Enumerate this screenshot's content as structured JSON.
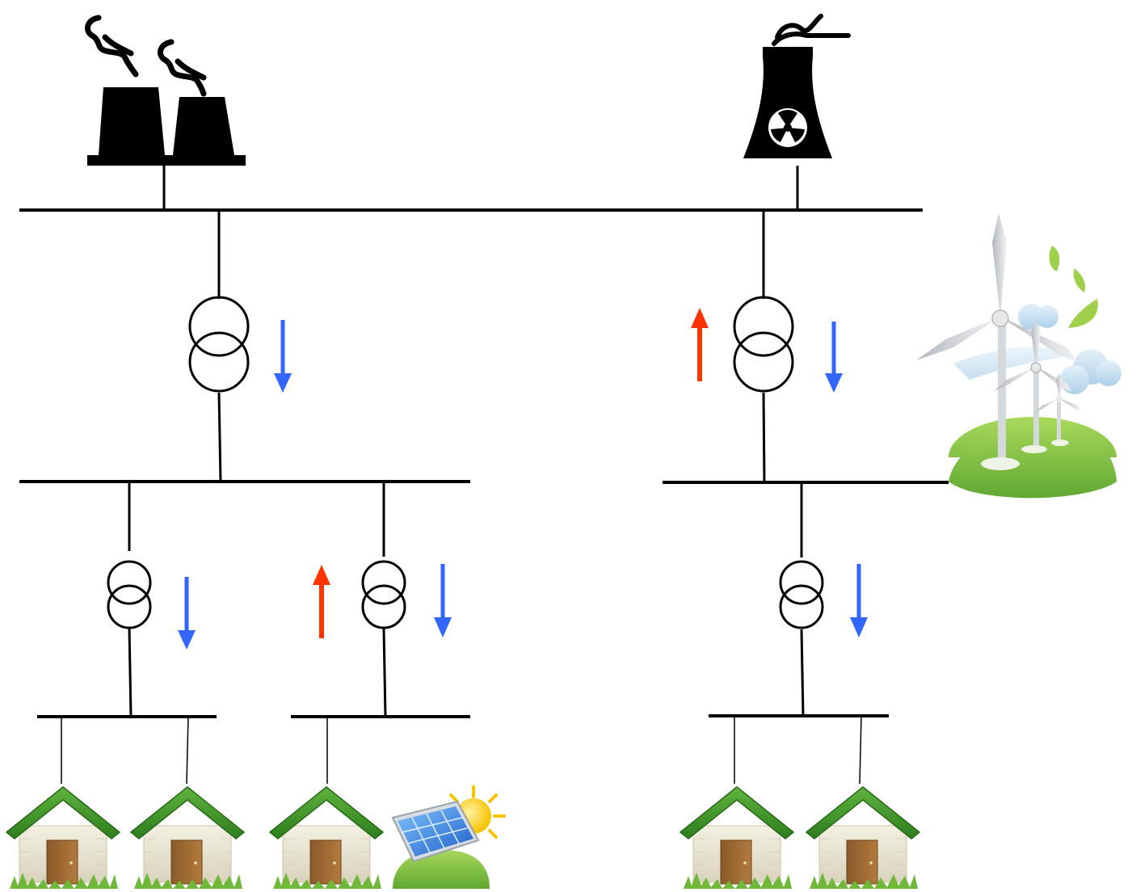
{
  "diagram": {
    "nodes": [
      {
        "id": "fossil-plant",
        "kind": "power-plant",
        "icon": "fossil-power-plant-icon"
      },
      {
        "id": "nuclear-plant",
        "kind": "power-plant",
        "icon": "nuclear-power-plant-icon"
      },
      {
        "id": "wind-farm",
        "kind": "generator",
        "icon": "wind-turbines-icon"
      },
      {
        "id": "solar-panel",
        "kind": "generator",
        "icon": "solar-panel-icon"
      },
      {
        "id": "house-1",
        "kind": "consumer",
        "icon": "house-icon"
      },
      {
        "id": "house-2",
        "kind": "consumer",
        "icon": "house-icon"
      },
      {
        "id": "house-3",
        "kind": "consumer",
        "icon": "house-icon"
      },
      {
        "id": "house-4",
        "kind": "consumer",
        "icon": "house-icon"
      },
      {
        "id": "house-5",
        "kind": "consumer",
        "icon": "house-icon"
      }
    ],
    "transformers": [
      {
        "id": "tx-high-left",
        "flow": [
          "down"
        ]
      },
      {
        "id": "tx-high-right",
        "flow": [
          "up",
          "down"
        ]
      },
      {
        "id": "tx-low-1",
        "flow": [
          "down"
        ]
      },
      {
        "id": "tx-low-2",
        "flow": [
          "up",
          "down"
        ]
      },
      {
        "id": "tx-low-3",
        "flow": [
          "down"
        ]
      }
    ],
    "flow_colors": {
      "down": "#3366ff",
      "up": "#ff3300"
    },
    "line_color": "#000000"
  }
}
